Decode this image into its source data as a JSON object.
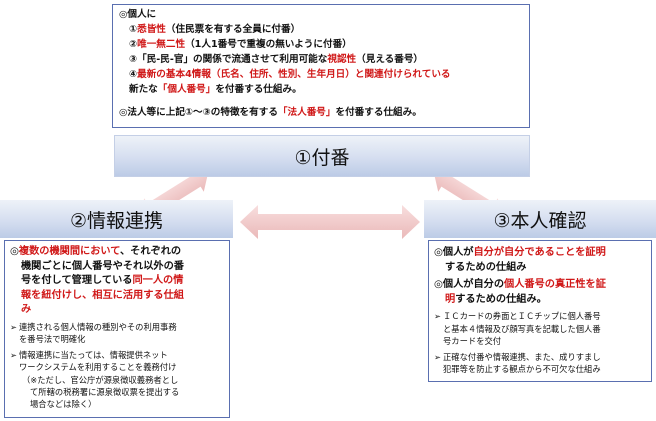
{
  "top": {
    "heading": "◎個人に",
    "items": [
      {
        "num": "①",
        "hl": "悉皆性",
        "rest": "（住民票を有する全員に付番）"
      },
      {
        "num": "②",
        "hl": "唯一無二性",
        "rest": "（1人1番号で重複の無いように付番）"
      },
      {
        "num": "③",
        "pre": "「民-民-官」の関係で流通させて利用可能な",
        "hl": "視認性",
        "rest": "（見える番号）"
      },
      {
        "num": "④",
        "hl": "最新の基本4情報（氏名、住所、性別、生年月日）と関連付けられている"
      }
    ],
    "new_pre": "新たな",
    "new_hl": "「個人番号」",
    "new_post": "を付番する仕組み。",
    "corp_pre": "◎法人等に上記①～③の特徴を有する",
    "corp_hl": "「法人番号」",
    "corp_post": "を付番する仕組み。"
  },
  "banners": {
    "numbering": "①付番",
    "info_link": "②情報連携",
    "identity": "③本人確認"
  },
  "info": {
    "lines": [
      [
        {
          "t": "◎",
          "red": false
        },
        {
          "t": "複数の機関間において",
          "red": true
        },
        {
          "t": "、それぞれの",
          "red": false
        }
      ],
      [
        {
          "t": "機関ごとに個人番号やそれ以外の番",
          "red": false
        }
      ],
      [
        {
          "t": "号を付して管理している",
          "red": false
        },
        {
          "t": "同一人の情",
          "red": true
        }
      ],
      [
        {
          "t": "報を紐付けし、相互に活用する仕組",
          "red": true
        }
      ],
      [
        {
          "t": "み",
          "red": true
        }
      ]
    ],
    "bullet1": [
      "連携される個人情報の種別やその利用事務",
      "を番号法で明確化"
    ],
    "bullet2": [
      "情報連携に当たっては、情報提供ネット",
      "ワークシステムを利用することを義務付け"
    ],
    "note": [
      "（※ただし、官公庁が源泉徴収義務者とし",
      "て所轄の税務署に源泉徴収票を提出する",
      "場合などは除く）"
    ]
  },
  "identity": {
    "p1": [
      [
        {
          "t": "◎個人が",
          "red": false
        },
        {
          "t": "自分が自分であることを証明",
          "red": true
        }
      ],
      [
        {
          "t": "するための仕組み",
          "red": false
        }
      ]
    ],
    "p2": [
      [
        {
          "t": "◎個人が自分の",
          "red": false
        },
        {
          "t": "個人番号の真正性を証",
          "red": true
        }
      ],
      [
        {
          "t": "明",
          "red": true
        },
        {
          "t": "するための仕組み。",
          "red": false
        }
      ]
    ],
    "bullet1": [
      "ＩＣカードの券面とＩＣチップに個人番号",
      "と基本４情報及び顔写真を記載した個人番",
      "号カードを交付"
    ],
    "bullet2": [
      "正確な付番や情報連携、また、成りすまし",
      "犯罪等を防止する観点から不可欠な仕組み"
    ]
  },
  "colors": {
    "accent_red": "#d01818",
    "border_blue": "#5a6fb0",
    "arrow_pink": "#f1c8c8",
    "banner_blue": "#c9d5ec"
  }
}
